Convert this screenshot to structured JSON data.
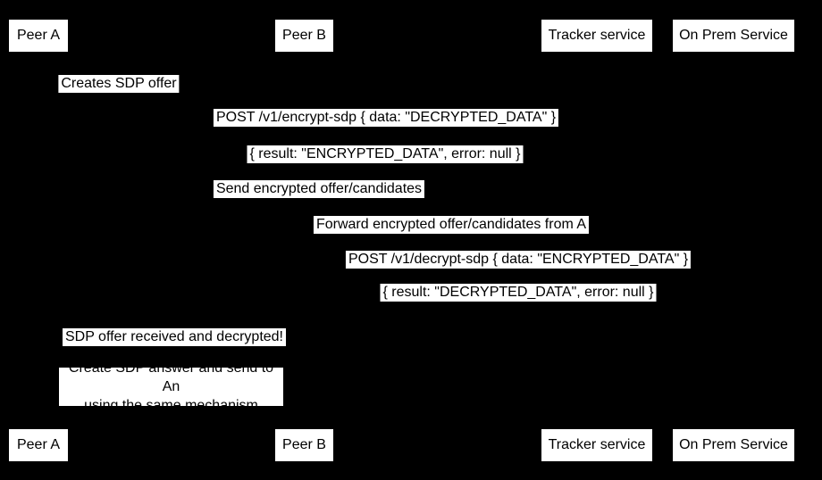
{
  "diagram": {
    "participants": [
      {
        "label": "Peer A"
      },
      {
        "label": "Peer B"
      },
      {
        "label": "Tracker service"
      },
      {
        "label": "On Prem Service"
      }
    ],
    "messages": [
      {
        "text": "Creates SDP offer"
      },
      {
        "text": "POST /v1/encrypt-sdp { data: \"DECRYPTED_DATA\" }"
      },
      {
        "text": "{ result: \"ENCRYPTED_DATA\", error: null }"
      },
      {
        "text": "Send encrypted offer/candidates"
      },
      {
        "text": "Forward encrypted offer/candidates from A"
      },
      {
        "text": "POST /v1/decrypt-sdp { data: \"ENCRYPTED_DATA\" }"
      },
      {
        "text": "{ result: \"DECRYPTED_DATA\", error: null }"
      },
      {
        "text": "SDP offer received and decrypted!"
      }
    ],
    "note": {
      "line1": "Create SDP answer and send to An",
      "line2": "using the same mechanism"
    },
    "colors": {
      "background": "#000000",
      "box_fill": "#ffffff",
      "box_text": "#000000"
    }
  }
}
